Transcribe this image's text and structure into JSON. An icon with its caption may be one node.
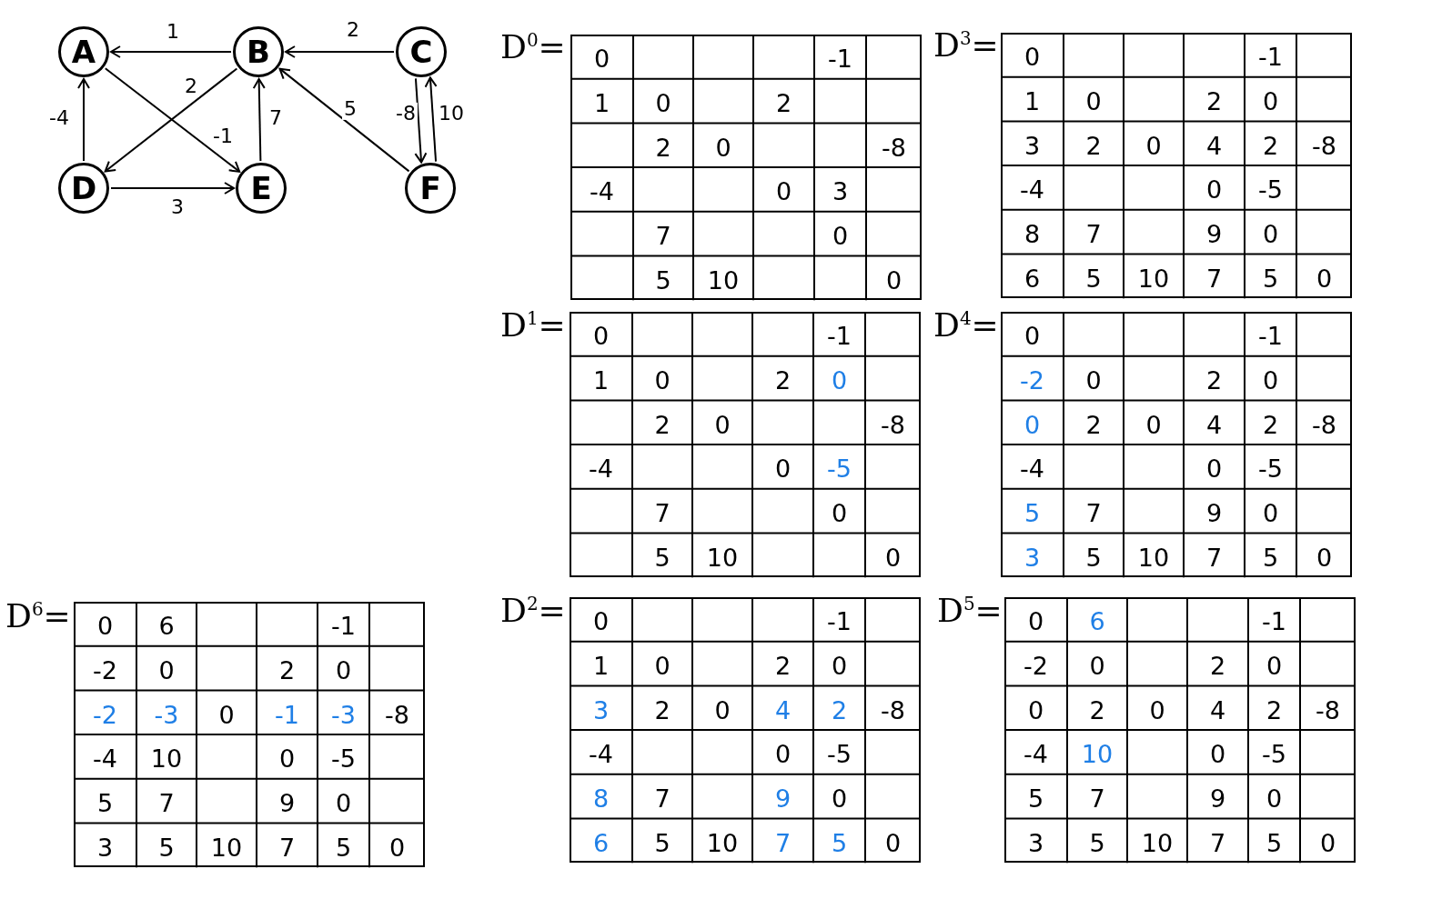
{
  "diagram": {
    "nodes": [
      {
        "text": [
          "A"
        ]
      },
      {
        "text": [
          "B"
        ]
      },
      {
        "text": [
          "C"
        ]
      },
      {
        "text": [
          "D"
        ]
      },
      {
        "text": [
          "E"
        ]
      },
      {
        "text": [
          "F"
        ]
      }
    ],
    "edges": [
      {
        "from": 1,
        "to": 0,
        "arrow": "to",
        "label": "1"
      },
      {
        "from": 2,
        "to": 1,
        "arrow": "to",
        "label": "2"
      },
      {
        "from": 0,
        "to": 4,
        "arrow": "to",
        "label": "-1"
      },
      {
        "from": 1,
        "to": 3,
        "arrow": "to",
        "label": "2"
      },
      {
        "from": 3,
        "to": 0,
        "arrow": "to",
        "label": "-4"
      },
      {
        "from": 3,
        "to": 4,
        "arrow": "to",
        "label": "3"
      },
      {
        "from": 4,
        "to": 1,
        "arrow": "to",
        "label": "7"
      },
      {
        "from": 5,
        "to": 1,
        "arrow": "to",
        "label": "5"
      },
      {
        "from": 2,
        "to": 5,
        "arrow": "to",
        "label": "-8"
      },
      {
        "from": 5,
        "to": 2,
        "arrow": "to",
        "label": "10"
      }
    ],
    "labels": [
      "D$^{0}$=",
      "0",
      "-1",
      "1",
      "0",
      "2",
      "2",
      "0",
      "-8",
      "-4",
      "0",
      "3",
      "7",
      "0",
      "5",
      "10",
      "0",
      "D$^{3}$=",
      "0",
      "-1",
      "1",
      "0",
      "2",
      "0",
      "3",
      "2",
      "0",
      "4",
      "2",
      "-8",
      "-4",
      "0",
      "-5",
      "8",
      "7",
      "9",
      "0",
      "6",
      "5",
      "10",
      "7",
      "5",
      "0",
      "D$^{1}$=",
      "0",
      "-1",
      "1",
      "0",
      "2",
      "0",
      "2",
      "0",
      "-8",
      "-4",
      "0",
      "-5",
      "7",
      "0",
      "5",
      "10",
      "0",
      "D$^{4}$=",
      "0",
      "-1",
      "-2",
      "0",
      "2",
      "0",
      "0",
      "2",
      "0",
      "4",
      "2",
      "-8",
      "-4",
      "0",
      "-5",
      "5",
      "7",
      "9",
      "0",
      "3",
      "5",
      "10",
      "7",
      "5",
      "0",
      "D$^{6}$=",
      "0",
      "6",
      "-1",
      "-2",
      "0",
      "2",
      "0",
      "-2",
      "-3",
      "0",
      "-1",
      "-3",
      "-8",
      "-4",
      "10",
      "0",
      "-5",
      "5",
      "7",
      "9",
      "0",
      "3",
      "5",
      "10",
      "7",
      "5",
      "0",
      "D$^{2}$=",
      "0",
      "-1",
      "1",
      "0",
      "2",
      "0",
      "3",
      "2",
      "0",
      "4",
      "2",
      "-8",
      "-4",
      "0",
      "-5",
      "8",
      "7",
      "9",
      "0",
      "6",
      "5",
      "10",
      "7",
      "5",
      "0",
      "D$^{5}$=",
      "0",
      "6",
      "-1",
      "-2",
      "0",
      "2",
      "0",
      "0",
      "2",
      "0",
      "4",
      "2",
      "-8",
      "-4",
      "10",
      "0",
      "-5",
      "5",
      "7",
      "9",
      "0",
      "3",
      "5",
      "10",
      "7",
      "5",
      "0"
    ]
  }
}
